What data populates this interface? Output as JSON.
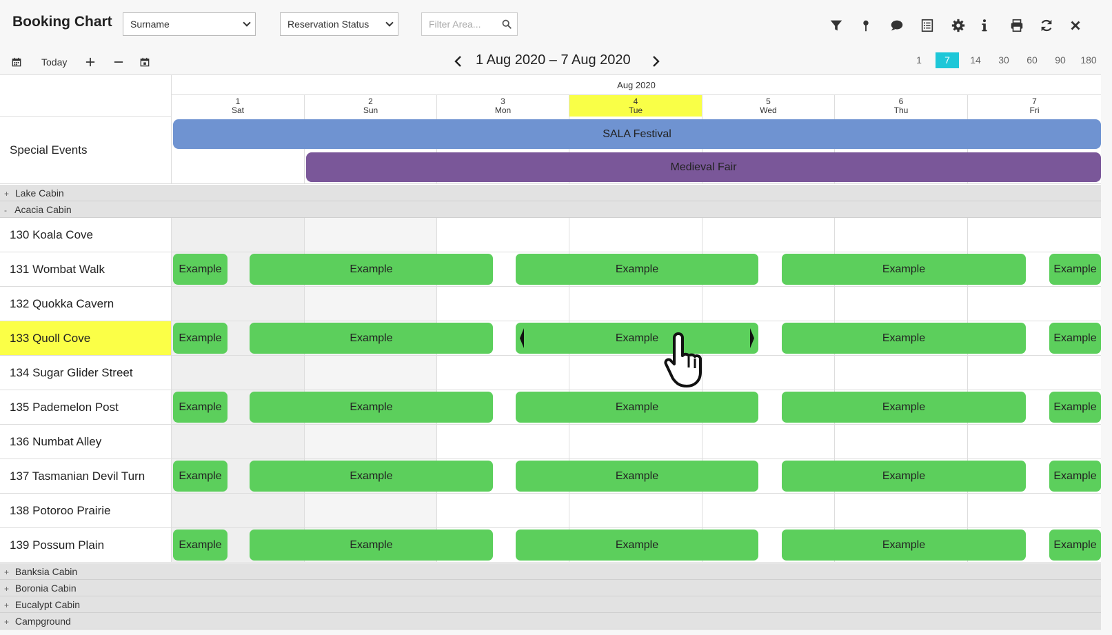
{
  "app": {
    "title": "Booking Chart"
  },
  "toolbar": {
    "sort_select": "Surname",
    "status_select": "Reservation Status",
    "filter_placeholder": "Filter Area...",
    "icons": [
      "filter-icon",
      "map-pin-icon",
      "comment-icon",
      "checklist-icon",
      "gear-icon",
      "info-icon",
      "printer-icon",
      "refresh-icon",
      "close-icon"
    ]
  },
  "subbar": {
    "today_label": "Today",
    "range_label": "1 Aug 2020 – 7 Aug 2020",
    "zoom_options": [
      "1",
      "7",
      "14",
      "30",
      "60",
      "90",
      "180"
    ],
    "zoom_selected": "7"
  },
  "calendar": {
    "month_label": "Aug 2020",
    "days": [
      {
        "num": "1",
        "dow": "Sat"
      },
      {
        "num": "2",
        "dow": "Sun"
      },
      {
        "num": "3",
        "dow": "Mon"
      },
      {
        "num": "4",
        "dow": "Tue",
        "today": true
      },
      {
        "num": "5",
        "dow": "Wed"
      },
      {
        "num": "6",
        "dow": "Thu"
      },
      {
        "num": "7",
        "dow": "Fri"
      }
    ]
  },
  "special_events": {
    "label": "Special Events",
    "events": [
      {
        "name": "SALA Festival",
        "color": "#6f93d1"
      },
      {
        "name": "Medieval Fair",
        "color": "#7a5799"
      }
    ]
  },
  "groups_before": [
    {
      "toggle": "+",
      "name": "Lake Cabin"
    },
    {
      "toggle": "-",
      "name": "Acacia Cabin"
    }
  ],
  "rooms": [
    {
      "name": "130 Koala Cove",
      "bookings": []
    },
    {
      "name": "131 Wombat Walk",
      "bookings": [
        "Example",
        "Example",
        "Example",
        "Example",
        "Example"
      ]
    },
    {
      "name": "132 Quokka Cavern",
      "bookings": []
    },
    {
      "name": "133 Quoll Cove",
      "highlighted": true,
      "bookings": [
        "Example",
        "Example",
        "Example",
        "Example",
        "Example"
      ]
    },
    {
      "name": "134 Sugar Glider Street",
      "bookings": []
    },
    {
      "name": "135 Pademelon Post",
      "bookings": [
        "Example",
        "Example",
        "Example",
        "Example",
        "Example"
      ]
    },
    {
      "name": "136 Numbat Alley",
      "bookings": []
    },
    {
      "name": "137 Tasmanian Devil Turn",
      "bookings": [
        "Example",
        "Example",
        "Example",
        "Example",
        "Example"
      ]
    },
    {
      "name": "138 Potoroo Prairie",
      "bookings": []
    },
    {
      "name": "139 Possum Plain",
      "bookings": [
        "Example",
        "Example",
        "Example",
        "Example",
        "Example"
      ]
    }
  ],
  "groups_after": [
    {
      "toggle": "+",
      "name": "Banksia Cabin"
    },
    {
      "toggle": "+",
      "name": "Boronia Cabin"
    },
    {
      "toggle": "+",
      "name": "Eucalypt Cabin"
    },
    {
      "toggle": "+",
      "name": "Campground"
    }
  ],
  "colors": {
    "booking": "#5ccf5c",
    "today": "#f9ff47",
    "zoom_active": "#1ec7d8"
  }
}
